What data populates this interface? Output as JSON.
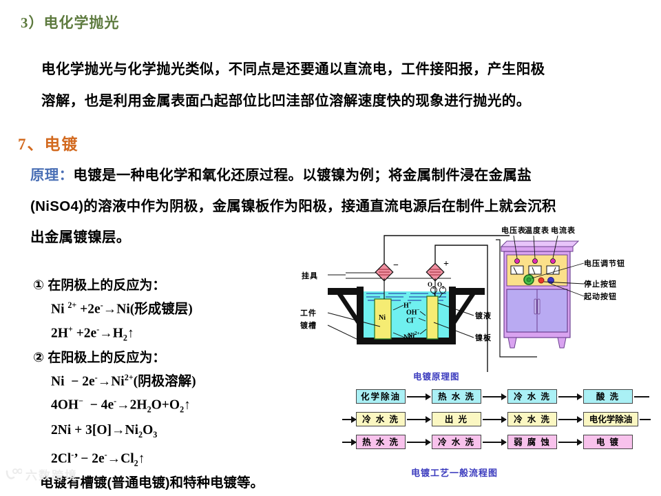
{
  "section_polish": {
    "number": "3）",
    "title": "电化学抛光",
    "line1": "电化学抛光与化学抛光类似，不同点是还要通以直流电，工件接阳报，产生阳极",
    "line2": "溶解，也是利用金属表面凸起部位比凹洼部位溶解速度快的现象进行抛光的。"
  },
  "section_plating": {
    "number": "7、",
    "title": "电镀",
    "principle_label": "原理：",
    "line1": "电镀是一种电化学和氧化还原过程。以镀镍为例；将金属制件浸在金属盐",
    "line2": "(NiSO4)的溶液中作为阴极，金属镍板作为阳极，接通直流电源后在制件上就会沉积",
    "line3": "出金属镀镍层。"
  },
  "equations": {
    "item1_label": "① 在阴极上的反应为：",
    "eq1": "Ni 2+ +2e−→Ni(形成镀层)",
    "eq2": "2H+ +2e−→H2↑",
    "item2_label": "② 在阳极上的反应为：",
    "eq3": "Ni − 2e−→Ni2+(阴极溶解)",
    "eq4": "4OH− − 4e−→2H2O+O2↑",
    "eq5": "2Ni + 3[O]→Ni2O3",
    "eq6": "2Cl’ − 2e−→Cl2↑",
    "tail": "电镀有槽镀(普通电镀)和特种电镀等。"
  },
  "tank_diagram": {
    "caption": "电镀原理图",
    "label_hanger": "挂具",
    "label_workpiece": "工件",
    "label_tank": "镀槽",
    "label_solution": "镀液",
    "label_nickel_plate": "镍板",
    "minus_sign": "−",
    "plus_sign": "+",
    "ion_h": "H+",
    "ion_ni_cathode": "Ni",
    "ion_ni2_left": "Ni2+",
    "ion_oh": "OH−",
    "ion_cl": "Cl−",
    "ion_ni2_right": "Ni2+",
    "gas_o2_a": "O2",
    "gas_o2_b": "O2",
    "colors": {
      "solution": "#6ff0ef",
      "electrode": "#f5ec73",
      "tank_wall": "#111111",
      "terminal": "#ef8fa0"
    }
  },
  "power_supply": {
    "label_voltmeter": "电压表",
    "label_thermometer": "温度表",
    "label_ammeter": "电流表",
    "label_voltage_knob": "电压调节钮",
    "label_stop_button": "停止按钮",
    "label_start_button": "起动按钮",
    "colors": {
      "cabinet": "#d9a3f0",
      "panel": "#fbe08a",
      "doors": "#b9aaf2",
      "knob": "#2f9e3f",
      "stop": "#e8392c",
      "start": "#3a36c8"
    }
  },
  "flowchart": {
    "caption": "电镀工艺一般流程图",
    "rows": [
      {
        "fill": "#aaf0f5",
        "steps": [
          "化学除油",
          "热 水 洗",
          "冷 水 洗",
          "酸    洗"
        ]
      },
      {
        "fill": "#fbf7c2",
        "steps": [
          "冷 水 洗",
          "出    光",
          "冷 水 洗",
          "电化学除油"
        ]
      },
      {
        "fill": "#f8c2ec",
        "steps": [
          "热 水 洗",
          "冷 水 洗",
          "弱 腐 蚀",
          "电    镀"
        ]
      }
    ]
  },
  "watermark": {
    "text": "六数跨境"
  }
}
